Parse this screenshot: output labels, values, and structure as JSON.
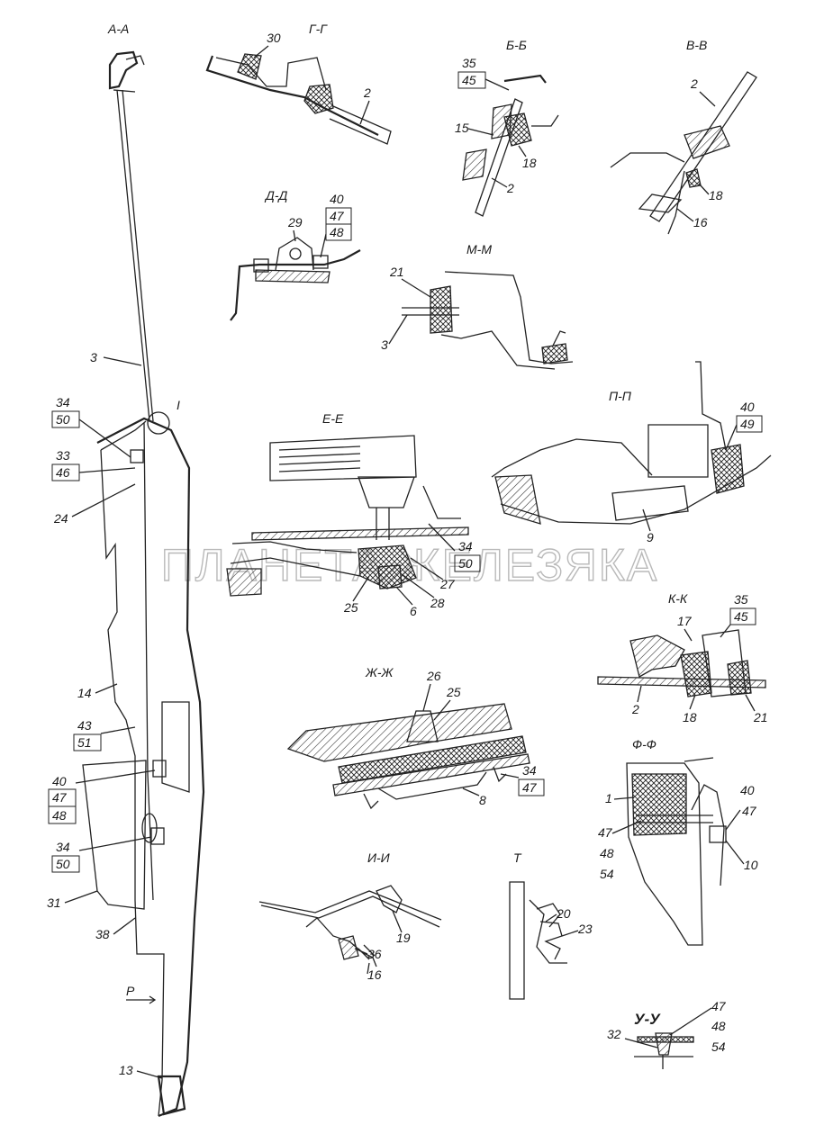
{
  "watermark": "ПЛАНЕТА ЖЕЛЕЗЯКА",
  "sections": {
    "aa": "А-А",
    "gg": "Г-Г",
    "bb": "Б-Б",
    "vv": "В-В",
    "dd": "Д-Д",
    "mm": "М-М",
    "pp": "П-П",
    "ee": "Е-Е",
    "kk": "К-К",
    "zhzh": "Ж-Ж",
    "ii": "И-И",
    "t": "Т",
    "ff": "Ф-Ф",
    "uu": "У-У"
  },
  "view_marks": {
    "i": "I",
    "p": "Р"
  },
  "callouts": {
    "aa": {
      "n3": "3",
      "n34": "34",
      "n50": "50",
      "n33": "33",
      "n46": "46",
      "n24": "24",
      "n14": "14",
      "n43": "43",
      "n51": "51",
      "n40": "40",
      "n47": "47",
      "n48": "48",
      "n34b": "34",
      "n50b": "50",
      "n31": "31",
      "n38": "38",
      "n13": "13"
    },
    "gg": {
      "n30": "30",
      "n2": "2"
    },
    "bb": {
      "n35": "35",
      "n45": "45",
      "n15": "15",
      "n18": "18",
      "n2": "2"
    },
    "vv": {
      "n2": "2",
      "n18": "18",
      "n16": "16"
    },
    "dd": {
      "n29": "29",
      "n40": "40",
      "n47": "47",
      "n48": "48"
    },
    "mm": {
      "n21": "21",
      "n3": "3"
    },
    "pp": {
      "n40": "40",
      "n49": "49",
      "n9": "9"
    },
    "ee": {
      "n34": "34",
      "n50": "50",
      "n27": "27",
      "n28": "28",
      "n25": "25",
      "n6": "6"
    },
    "kk": {
      "n35": "35",
      "n45": "45",
      "n17": "17",
      "n2": "2",
      "n18": "18",
      "n21": "21"
    },
    "zhzh": {
      "n26": "26",
      "n25": "25",
      "n34": "34",
      "n47": "47",
      "n8": "8"
    },
    "ii": {
      "n19": "19",
      "n36": "36",
      "n16": "16"
    },
    "t": {
      "n20": "20",
      "n23": "23"
    },
    "ff": {
      "n1": "1",
      "n47": "47",
      "n48": "48",
      "n54": "54",
      "n40": "40",
      "n47b": "47",
      "n10": "10"
    },
    "uu": {
      "n47": "47",
      "n48": "48",
      "n54": "54",
      "n32": "32"
    }
  }
}
